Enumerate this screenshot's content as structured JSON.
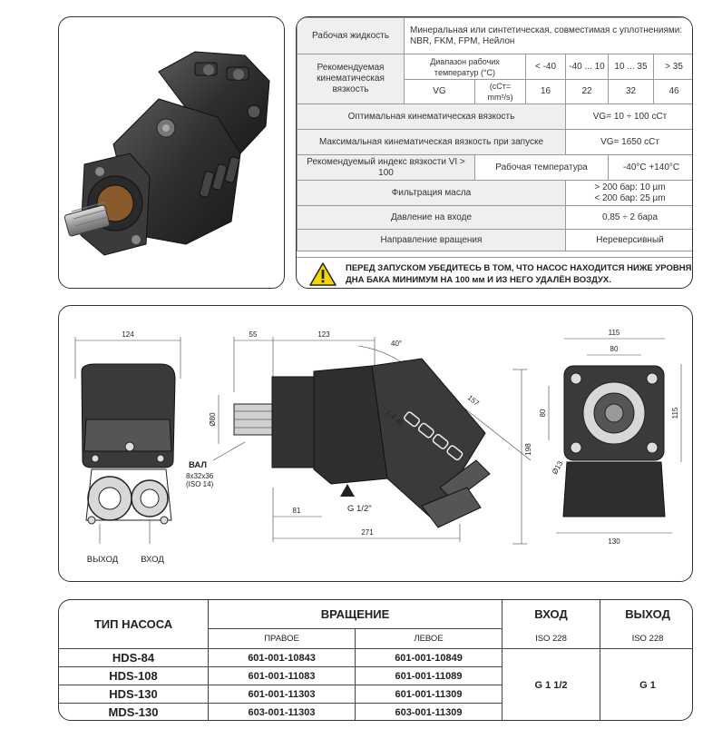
{
  "spec": {
    "fluid": {
      "label": "Рабочая жидкость",
      "value": "Минеральная или синтетическая, совместимая с уплотнениями: NBR, FKM, FPM, Нейлон"
    },
    "visc": {
      "label": "Рекомендуемая кинематическая вязкость",
      "range_label": "Диапазон рабочих температур (°С)",
      "vg_label": "VG",
      "unit_label": "(сСт= mm²/s)",
      "temps": [
        "< -40",
        "-40 ... 10",
        "10 ... 35",
        "> 35"
      ],
      "values": [
        "16",
        "22",
        "32",
        "46"
      ]
    },
    "optimal": {
      "label": "Оптимальная кинематическая вязкость",
      "value": "VG= 10 ÷ 100 сСт"
    },
    "max_start": {
      "label": "Максимальная кинематическая вязкость при запуске",
      "value": "VG= 1650 сСт"
    },
    "index": {
      "label": "Рекомендуемый индекс вязкости VI > 100",
      "temp_label": "Рабочая температура",
      "temp_value": "-40°С +140°С"
    },
    "filter": {
      "label": "Фильтрация масла",
      "line1": "> 200 бар:  10  µm",
      "line2": "< 200 бар:  25  µm"
    },
    "inlet_pressure": {
      "label": "Давление на входе",
      "value": "0,85 ÷ 2 бара"
    },
    "rotation": {
      "label": "Направление вращения",
      "value": "Нереверсивный"
    },
    "warning": "ПЕРЕД ЗАПУСКОМ УБЕДИТЕСЬ В ТОМ, ЧТО НАСОС НАХОДИТСЯ НИЖЕ УРОВНЯ ДНА БАКА МИНИМУМ НА 100 мм И ИЗ НЕГО УДАЛЁН ВОЗДУХ."
  },
  "drawing": {
    "front_width": "124",
    "outlet_label": "ВЫХОД",
    "inlet_label": "ВХОД",
    "shaft_title": "ВАЛ",
    "shaft_spec": "8x32x36",
    "shaft_iso": "(ISO 14)",
    "d55": "55",
    "d123": "123",
    "angle": "40°",
    "d157": "157",
    "d198": "198",
    "d80_dia": "Ø80",
    "d81": "81",
    "d271": "271",
    "port": "G 1/2\"",
    "model_mark": "1.4.45",
    "r115_top": "115",
    "r80_top": "80",
    "r80_side": "80",
    "r115_side": "115",
    "r13": "Ø13",
    "r130": "130"
  },
  "order": {
    "type_header": "ТИП НАСОСА",
    "rotation_header": "ВРАЩЕНИЕ",
    "right_header": "ПРАВОЕ",
    "left_header": "ЛЕВОЕ",
    "inlet_header": "ВХОД",
    "inlet_std": "ISO 228",
    "outlet_header": "ВЫХОД",
    "outlet_std": "ISO 228",
    "inlet_value": "G 1 1/2",
    "outlet_value": "G 1",
    "rows": [
      {
        "type": "HDS-84",
        "right": "601-001-10843",
        "left": "601-001-10849"
      },
      {
        "type": "HDS-108",
        "right": "601-001-11083",
        "left": "601-001-11089"
      },
      {
        "type": "HDS-130",
        "right": "601-001-11303",
        "left": "601-001-11309"
      },
      {
        "type": "MDS-130",
        "right": "603-001-11303",
        "left": "603-001-11309"
      }
    ]
  },
  "colors": {
    "warning_yellow": "#f5d800",
    "header_gray": "#efefef",
    "pump_body": "#2b2b2b"
  },
  "icons": [
    "warning-icon"
  ]
}
